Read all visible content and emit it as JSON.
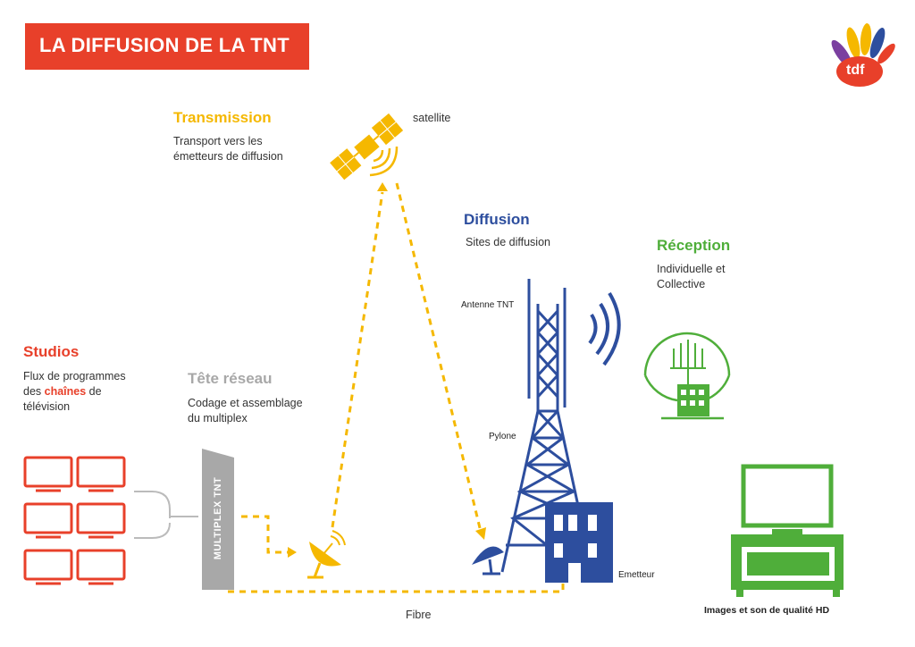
{
  "title": "LA DIFFUSION DE LA TNT",
  "logo": {
    "text": "tdf"
  },
  "transmission": {
    "heading": "Transmission",
    "line1": "Transport vers les",
    "line2": "émetteurs de diffusion"
  },
  "satellite_label": "satellite",
  "diffusion": {
    "heading": "Diffusion",
    "desc": "Sites de diffusion"
  },
  "reception": {
    "heading": "Réception",
    "line1": "Individuelle et",
    "line2": "Collective"
  },
  "studios": {
    "heading": "Studios",
    "line1": "Flux de programmes",
    "line2_pre": "des ",
    "line2_em": "chaînes",
    "line2_post": " de",
    "line3": "télévision"
  },
  "tete_reseau": {
    "heading": "Tête réseau",
    "line1": "Codage et assemblage",
    "line2": "du multiplex"
  },
  "multiplex_label": "MULTIPLEX TNT",
  "antenne_label": "Antenne TNT",
  "pylone_label": "Pylone",
  "emetteur_label": "Emetteur",
  "fibre_label": "Fibre",
  "tv_caption": "Images et son de qualité HD",
  "colors": {
    "red": "#e8402a",
    "yellow": "#f5b800",
    "blue": "#2d4e9e",
    "green": "#4fae3a",
    "gray": "#a8a8a8"
  }
}
